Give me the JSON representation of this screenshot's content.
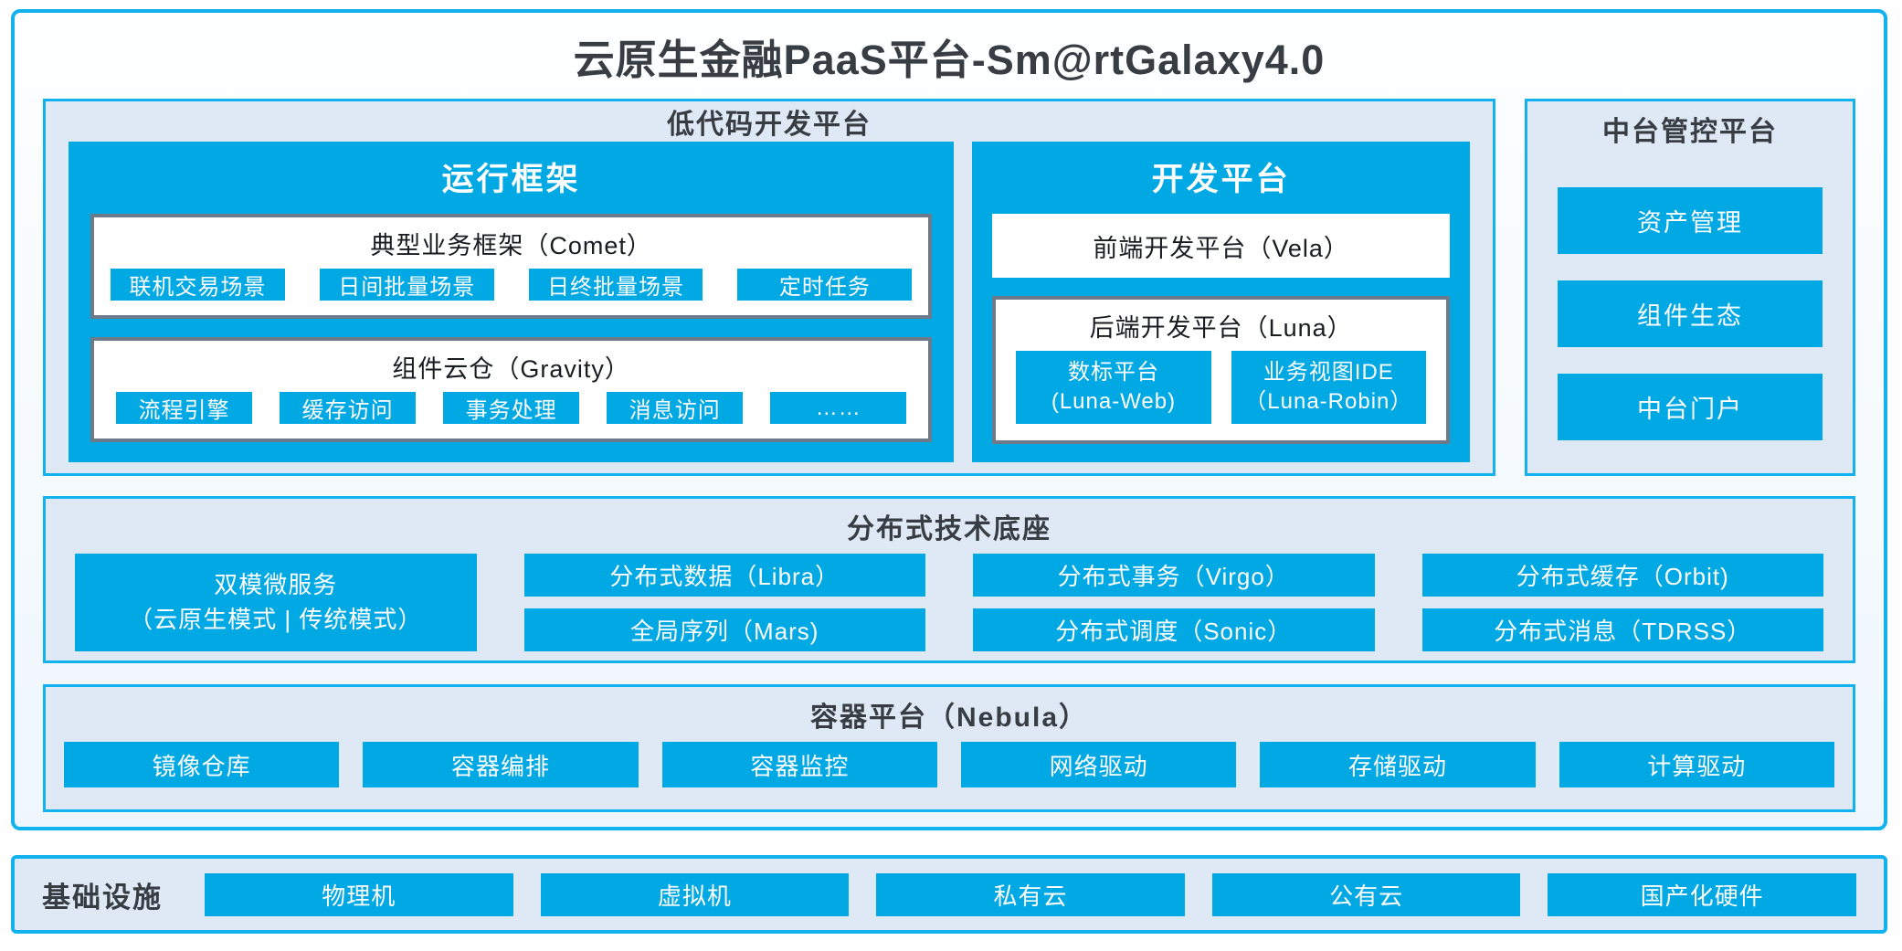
{
  "title": "云原生金融PaaS平台-Sm@rtGalaxy4.0",
  "colors": {
    "accent_blue": "#00A8E4",
    "border_cyan": "#12B2EF",
    "panel_bg": "#DFE9F5",
    "gray_border": "#6C7A89",
    "dark_text": "#383D44"
  },
  "lowcode": {
    "header": "低代码开发平台",
    "runtime": {
      "title": "运行框架",
      "comet": {
        "title": "典型业务框架（Comet）",
        "items": [
          "联机交易场景",
          "日间批量场景",
          "日终批量场景",
          "定时任务"
        ]
      },
      "gravity": {
        "title": "组件云仓（Gravity）",
        "items": [
          "流程引擎",
          "缓存访问",
          "事务处理",
          "消息访问",
          "……"
        ]
      }
    },
    "dev": {
      "title": "开发平台",
      "vela": "前端开发平台（Vela）",
      "luna": {
        "title": "后端开发平台（Luna）",
        "items": [
          {
            "line1": "数标平台",
            "line2": "(Luna-Web)"
          },
          {
            "line1": "业务视图IDE",
            "line2": "（Luna-Robin）"
          }
        ]
      }
    }
  },
  "midplatform": {
    "header": "中台管控平台",
    "items": [
      "资产管理",
      "组件生态",
      "中台门户"
    ]
  },
  "distributed": {
    "header": "分布式技术底座",
    "dual_mode": {
      "line1": "双模微服务",
      "line2": "（云原生模式 | 传统模式）"
    },
    "row1": [
      "分布式数据（Libra）",
      "分布式事务（Virgo）",
      "分布式缓存（Orbit)"
    ],
    "row2": [
      "全局序列（Mars)",
      "分布式调度（Sonic）",
      "分布式消息（TDRSS）"
    ]
  },
  "container_platform": {
    "header": "容器平台（Nebula）",
    "items": [
      "镜像仓库",
      "容器编排",
      "容器监控",
      "网络驱动",
      "存储驱动",
      "计算驱动"
    ]
  },
  "infrastructure": {
    "label": "基础设施",
    "items": [
      "物理机",
      "虚拟机",
      "私有云",
      "公有云",
      "国产化硬件"
    ]
  }
}
